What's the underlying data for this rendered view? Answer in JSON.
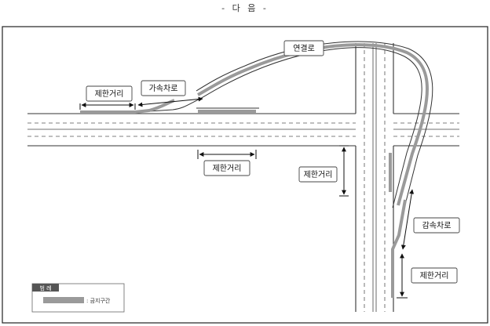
{
  "header": {
    "title": "- 다 음 -"
  },
  "labels": {
    "restricted_left": "제한거리",
    "accel_lane": "가속차로",
    "connector": "연결로",
    "restricted_bottom": "제한거리",
    "restricted_vertical": "제한거리",
    "decel_lane": "감속차로",
    "restricted_right": "제한거리"
  },
  "legend": {
    "title": "범 례",
    "item_label": ": 금지구간",
    "item_color": "#9a9a9a"
  }
}
